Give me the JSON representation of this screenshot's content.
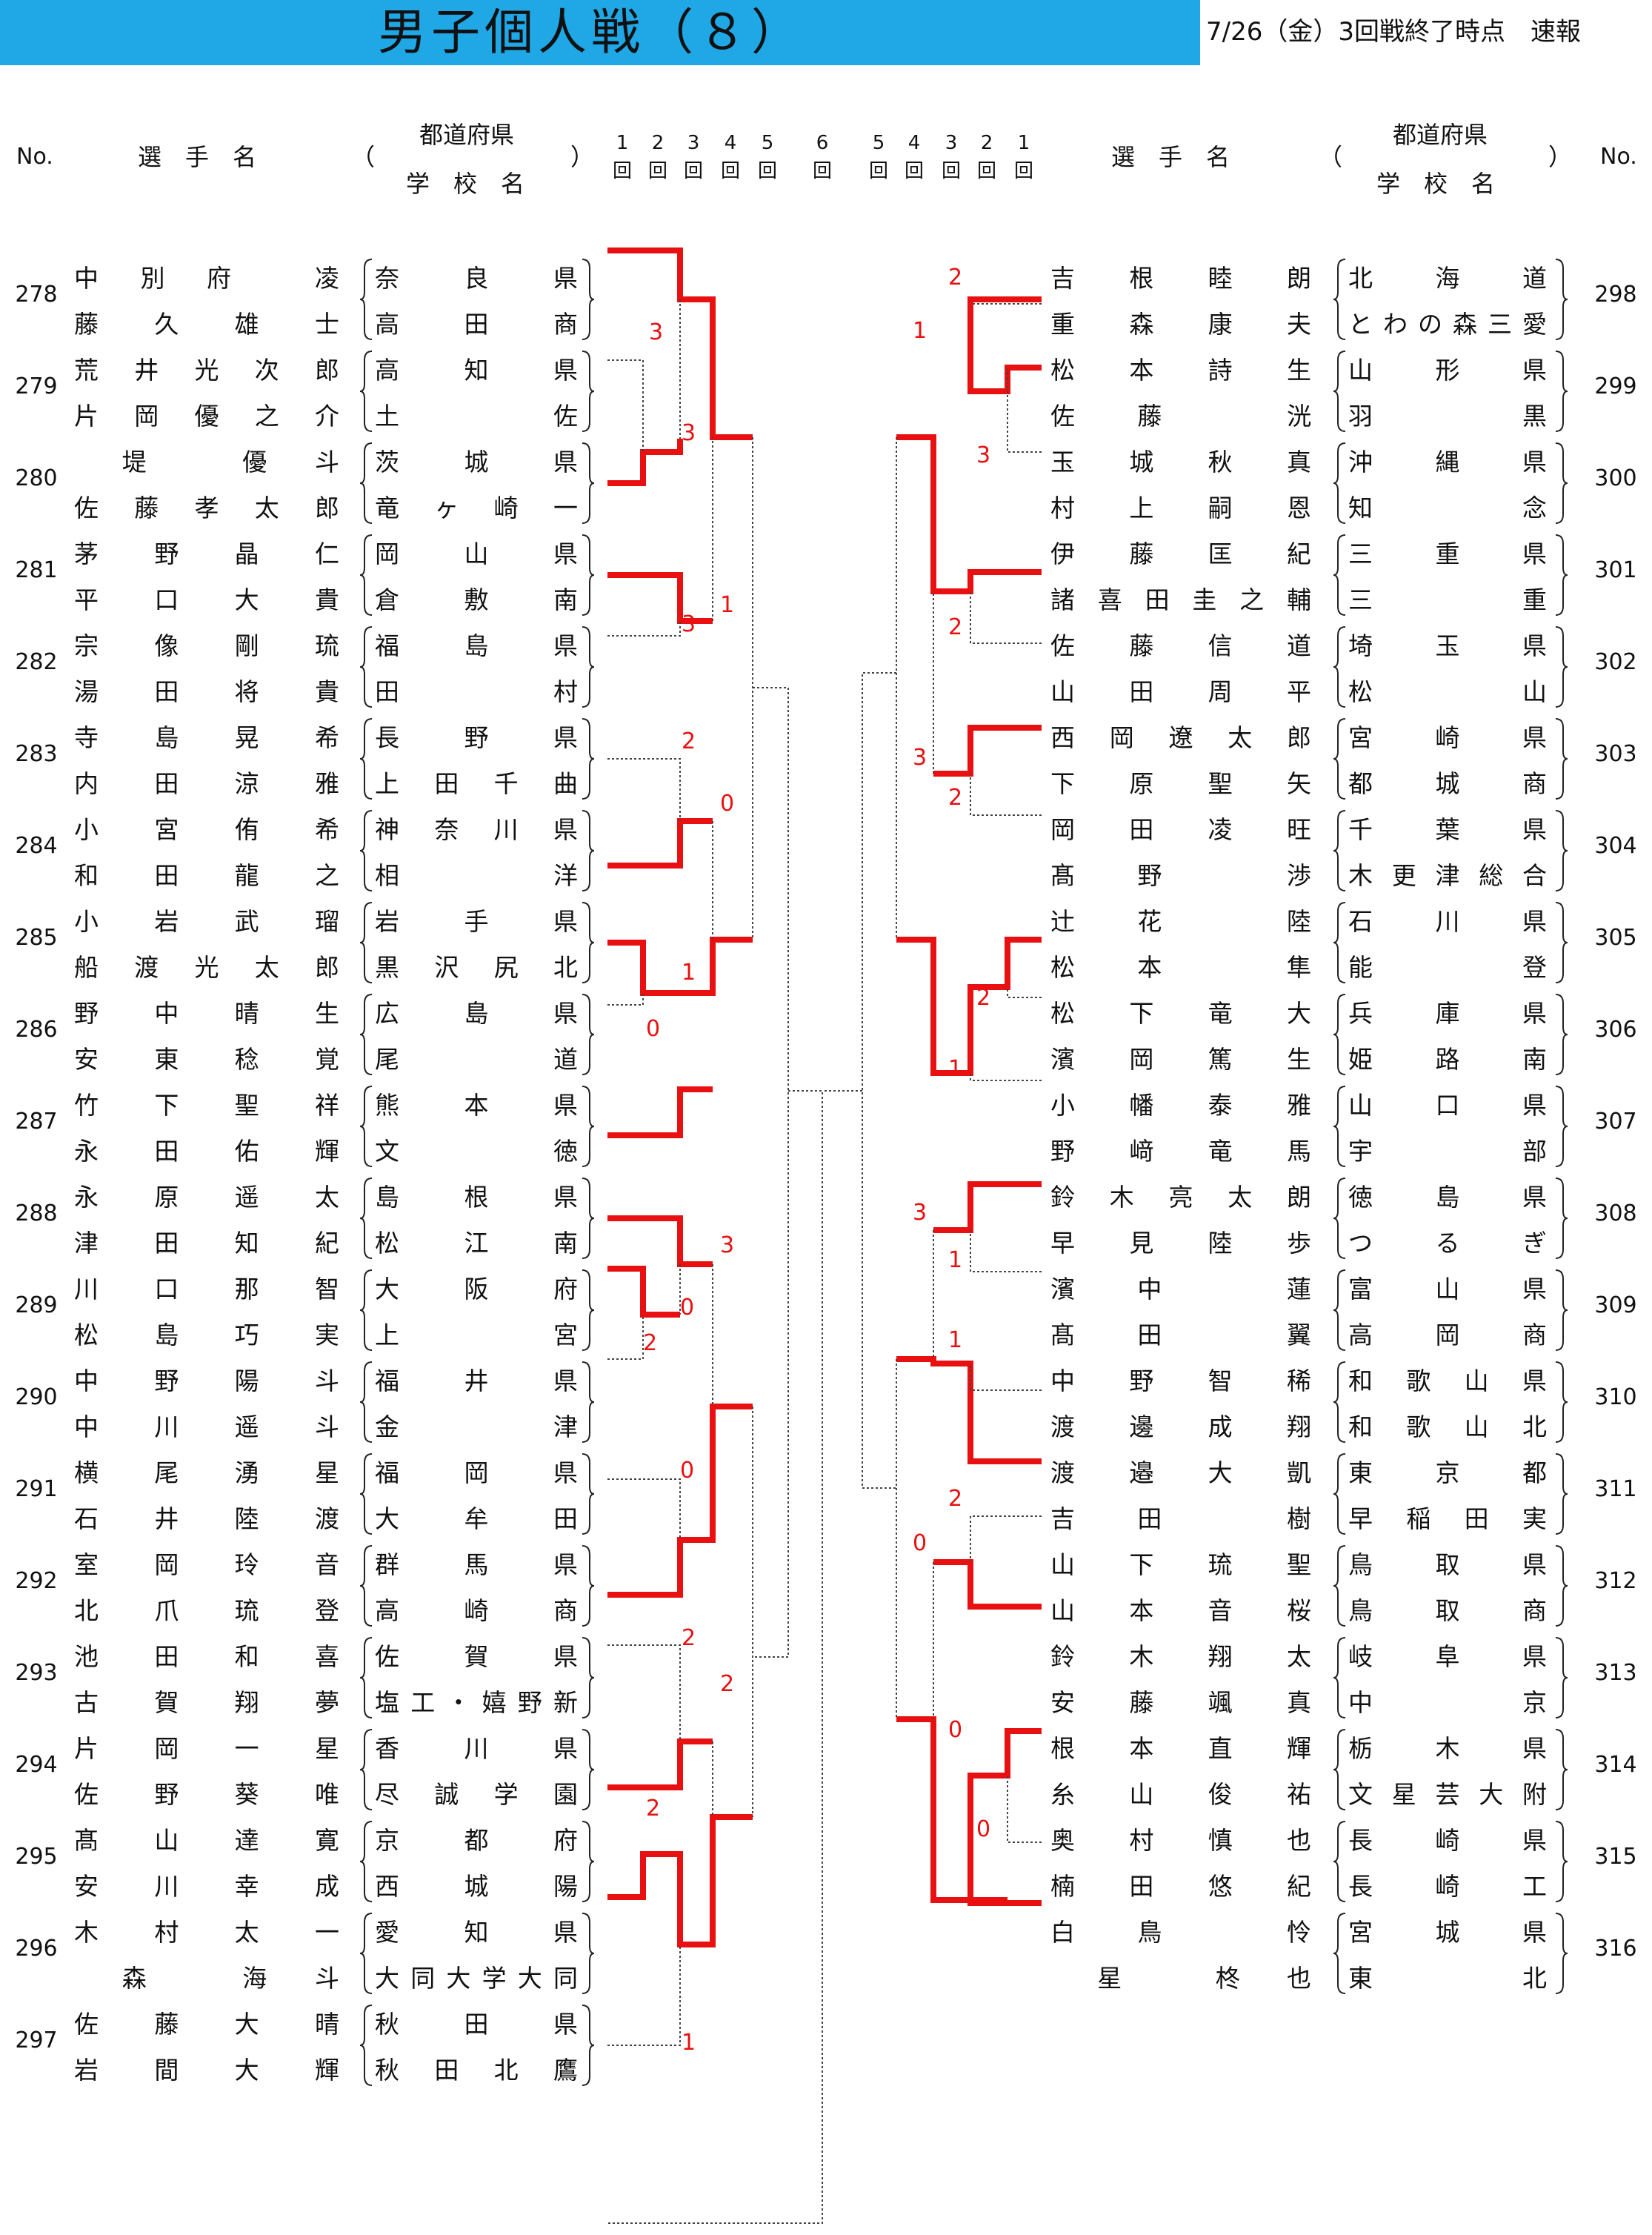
{
  "title": "男子個人戦（８）",
  "status": "7/26（金）3回戦終了時点　速報",
  "header": {
    "no": "No.",
    "player": "選　手　名",
    "pref": "都道府県",
    "school": "学　校　名",
    "paren_open": "（",
    "paren_close": "）",
    "left_rounds": [
      "1",
      "2",
      "3",
      "4",
      "5",
      "6"
    ],
    "right_rounds": [
      "5",
      "4",
      "3",
      "2",
      "1"
    ],
    "kai": "回"
  },
  "left_entries": [
    {
      "no": "278",
      "players": [
        [
          "中",
          "別",
          "府",
          "",
          "凌"
        ],
        [
          "藤",
          "久",
          "雄",
          "士"
        ]
      ],
      "schools": [
        [
          "奈",
          "良",
          "県"
        ],
        [
          "高",
          "田",
          "商"
        ]
      ]
    },
    {
      "no": "279",
      "players": [
        [
          "荒",
          "井",
          "光",
          "次",
          "郎"
        ],
        [
          "片",
          "岡",
          "優",
          "之",
          "介"
        ]
      ],
      "schools": [
        [
          "高",
          "知",
          "県"
        ],
        [
          "土",
          "佐"
        ]
      ]
    },
    {
      "no": "280",
      "players": [
        [
          "",
          "堤",
          "",
          "優",
          "斗"
        ],
        [
          "佐",
          "藤",
          "孝",
          "太",
          "郎"
        ]
      ],
      "schools": [
        [
          "茨",
          "城",
          "県"
        ],
        [
          "竜",
          "ヶ",
          "崎",
          "一"
        ]
      ]
    },
    {
      "no": "281",
      "players": [
        [
          "茅",
          "野",
          "晶",
          "仁"
        ],
        [
          "平",
          "口",
          "大",
          "貴"
        ]
      ],
      "schools": [
        [
          "岡",
          "山",
          "県"
        ],
        [
          "倉",
          "敷",
          "南"
        ]
      ]
    },
    {
      "no": "282",
      "players": [
        [
          "宗",
          "像",
          "剛",
          "琉"
        ],
        [
          "湯",
          "田",
          "将",
          "貴"
        ]
      ],
      "schools": [
        [
          "福",
          "島",
          "県"
        ],
        [
          "田",
          "村"
        ]
      ]
    },
    {
      "no": "283",
      "players": [
        [
          "寺",
          "島",
          "晃",
          "希"
        ],
        [
          "内",
          "田",
          "涼",
          "雅"
        ]
      ],
      "schools": [
        [
          "長",
          "野",
          "県"
        ],
        [
          "上",
          "田",
          "千",
          "曲"
        ]
      ]
    },
    {
      "no": "284",
      "players": [
        [
          "小",
          "宮",
          "侑",
          "希"
        ],
        [
          "和",
          "田",
          "龍",
          "之"
        ]
      ],
      "schools": [
        [
          "神",
          "奈",
          "川",
          "県"
        ],
        [
          "相",
          "洋"
        ]
      ]
    },
    {
      "no": "285",
      "players": [
        [
          "小",
          "岩",
          "武",
          "瑠"
        ],
        [
          "船",
          "渡",
          "光",
          "太",
          "郎"
        ]
      ],
      "schools": [
        [
          "岩",
          "手",
          "県"
        ],
        [
          "黒",
          "沢",
          "尻",
          "北"
        ]
      ]
    },
    {
      "no": "286",
      "players": [
        [
          "野",
          "中",
          "晴",
          "生"
        ],
        [
          "安",
          "東",
          "稔",
          "覚"
        ]
      ],
      "schools": [
        [
          "広",
          "島",
          "県"
        ],
        [
          "尾",
          "道"
        ]
      ]
    },
    {
      "no": "287",
      "players": [
        [
          "竹",
          "下",
          "聖",
          "祥"
        ],
        [
          "永",
          "田",
          "佑",
          "輝"
        ]
      ],
      "schools": [
        [
          "熊",
          "本",
          "県"
        ],
        [
          "文",
          "徳"
        ]
      ]
    },
    {
      "no": "288",
      "players": [
        [
          "永",
          "原",
          "遥",
          "太"
        ],
        [
          "津",
          "田",
          "知",
          "紀"
        ]
      ],
      "schools": [
        [
          "島",
          "根",
          "県"
        ],
        [
          "松",
          "江",
          "南"
        ]
      ]
    },
    {
      "no": "289",
      "players": [
        [
          "川",
          "口",
          "那",
          "智"
        ],
        [
          "松",
          "島",
          "巧",
          "実"
        ]
      ],
      "schools": [
        [
          "大",
          "阪",
          "府"
        ],
        [
          "上",
          "宮"
        ]
      ]
    },
    {
      "no": "290",
      "players": [
        [
          "中",
          "野",
          "陽",
          "斗"
        ],
        [
          "中",
          "川",
          "遥",
          "斗"
        ]
      ],
      "schools": [
        [
          "福",
          "井",
          "県"
        ],
        [
          "金",
          "津"
        ]
      ]
    },
    {
      "no": "291",
      "players": [
        [
          "横",
          "尾",
          "湧",
          "星"
        ],
        [
          "石",
          "井",
          "陸",
          "渡"
        ]
      ],
      "schools": [
        [
          "福",
          "岡",
          "県"
        ],
        [
          "大",
          "牟",
          "田"
        ]
      ]
    },
    {
      "no": "292",
      "players": [
        [
          "室",
          "岡",
          "玲",
          "音"
        ],
        [
          "北",
          "爪",
          "琉",
          "登"
        ]
      ],
      "schools": [
        [
          "群",
          "馬",
          "県"
        ],
        [
          "高",
          "崎",
          "商"
        ]
      ]
    },
    {
      "no": "293",
      "players": [
        [
          "池",
          "田",
          "和",
          "喜"
        ],
        [
          "古",
          "賀",
          "翔",
          "夢"
        ]
      ],
      "schools": [
        [
          "佐",
          "賀",
          "県"
        ],
        [
          "塩",
          "工",
          "・",
          "嬉",
          "野",
          "新"
        ]
      ]
    },
    {
      "no": "294",
      "players": [
        [
          "片",
          "岡",
          "一",
          "星"
        ],
        [
          "佐",
          "野",
          "葵",
          "唯"
        ]
      ],
      "schools": [
        [
          "香",
          "川",
          "県"
        ],
        [
          "尽",
          "誠",
          "学",
          "園"
        ]
      ]
    },
    {
      "no": "295",
      "players": [
        [
          "髙",
          "山",
          "達",
          "寛"
        ],
        [
          "安",
          "川",
          "幸",
          "成"
        ]
      ],
      "schools": [
        [
          "京",
          "都",
          "府"
        ],
        [
          "西",
          "城",
          "陽"
        ]
      ]
    },
    {
      "no": "296",
      "players": [
        [
          "木",
          "村",
          "太",
          "一"
        ],
        [
          "",
          "森",
          "",
          "海",
          "斗"
        ]
      ],
      "schools": [
        [
          "愛",
          "知",
          "県"
        ],
        [
          "大",
          "同",
          "大",
          "学",
          "大",
          "同"
        ]
      ]
    },
    {
      "no": "297",
      "players": [
        [
          "佐",
          "藤",
          "大",
          "晴"
        ],
        [
          "岩",
          "間",
          "大",
          "輝"
        ]
      ],
      "schools": [
        [
          "秋",
          "田",
          "県"
        ],
        [
          "秋",
          "田",
          "北",
          "鷹"
        ]
      ]
    }
  ],
  "right_entries": [
    {
      "no": "298",
      "players": [
        [
          "吉",
          "根",
          "睦",
          "朗"
        ],
        [
          "重",
          "森",
          "康",
          "夫"
        ]
      ],
      "schools": [
        [
          "北",
          "海",
          "道"
        ],
        [
          "と",
          "わ",
          "の",
          "森",
          "三",
          "愛"
        ]
      ]
    },
    {
      "no": "299",
      "players": [
        [
          "松",
          "本",
          "詩",
          "生"
        ],
        [
          "佐",
          "藤",
          "",
          "洸"
        ]
      ],
      "schools": [
        [
          "山",
          "形",
          "県"
        ],
        [
          "羽",
          "黒"
        ]
      ]
    },
    {
      "no": "300",
      "players": [
        [
          "玉",
          "城",
          "秋",
          "真"
        ],
        [
          "村",
          "上",
          "嗣",
          "恩"
        ]
      ],
      "schools": [
        [
          "沖",
          "縄",
          "県"
        ],
        [
          "知",
          "念"
        ]
      ]
    },
    {
      "no": "301",
      "players": [
        [
          "伊",
          "藤",
          "匡",
          "紀"
        ],
        [
          "諸",
          "喜",
          "田",
          "圭",
          "之",
          "輔"
        ]
      ],
      "schools": [
        [
          "三",
          "重",
          "県"
        ],
        [
          "三",
          "重"
        ]
      ]
    },
    {
      "no": "302",
      "players": [
        [
          "佐",
          "藤",
          "信",
          "道"
        ],
        [
          "山",
          "田",
          "周",
          "平"
        ]
      ],
      "schools": [
        [
          "埼",
          "玉",
          "県"
        ],
        [
          "松",
          "山"
        ]
      ]
    },
    {
      "no": "303",
      "players": [
        [
          "西",
          "岡",
          "遼",
          "太",
          "郎"
        ],
        [
          "下",
          "原",
          "聖",
          "矢"
        ]
      ],
      "schools": [
        [
          "宮",
          "崎",
          "県"
        ],
        [
          "都",
          "城",
          "商"
        ]
      ]
    },
    {
      "no": "304",
      "players": [
        [
          "岡",
          "田",
          "凌",
          "旺"
        ],
        [
          "髙",
          "野",
          "",
          "渉"
        ]
      ],
      "schools": [
        [
          "千",
          "葉",
          "県"
        ],
        [
          "木",
          "更",
          "津",
          "総",
          "合"
        ]
      ]
    },
    {
      "no": "305",
      "players": [
        [
          "辻",
          "花",
          "",
          "陸"
        ],
        [
          "松",
          "本",
          "",
          "隼"
        ]
      ],
      "schools": [
        [
          "石",
          "川",
          "県"
        ],
        [
          "能",
          "登"
        ]
      ]
    },
    {
      "no": "306",
      "players": [
        [
          "松",
          "下",
          "竜",
          "大"
        ],
        [
          "濱",
          "岡",
          "篤",
          "生"
        ]
      ],
      "schools": [
        [
          "兵",
          "庫",
          "県"
        ],
        [
          "姫",
          "路",
          "南"
        ]
      ]
    },
    {
      "no": "307",
      "players": [
        [
          "小",
          "幡",
          "泰",
          "雅"
        ],
        [
          "野",
          "﨑",
          "竜",
          "馬"
        ]
      ],
      "schools": [
        [
          "山",
          "口",
          "県"
        ],
        [
          "宇",
          "部"
        ]
      ]
    },
    {
      "no": "308",
      "players": [
        [
          "鈴",
          "木",
          "亮",
          "太",
          "朗"
        ],
        [
          "早",
          "見",
          "陸",
          "歩"
        ]
      ],
      "schools": [
        [
          "徳",
          "島",
          "県"
        ],
        [
          "つ",
          "る",
          "ぎ"
        ]
      ]
    },
    {
      "no": "309",
      "players": [
        [
          "濱",
          "中",
          "",
          "蓮"
        ],
        [
          "髙",
          "田",
          "",
          "翼"
        ]
      ],
      "schools": [
        [
          "富",
          "山",
          "県"
        ],
        [
          "高",
          "岡",
          "商"
        ]
      ]
    },
    {
      "no": "310",
      "players": [
        [
          "中",
          "野",
          "智",
          "稀"
        ],
        [
          "渡",
          "邊",
          "成",
          "翔"
        ]
      ],
      "schools": [
        [
          "和",
          "歌",
          "山",
          "県"
        ],
        [
          "和",
          "歌",
          "山",
          "北"
        ]
      ]
    },
    {
      "no": "311",
      "players": [
        [
          "渡",
          "邉",
          "大",
          "凱"
        ],
        [
          "吉",
          "田",
          "",
          "樹"
        ]
      ],
      "schools": [
        [
          "東",
          "京",
          "都"
        ],
        [
          "早",
          "稲",
          "田",
          "実"
        ]
      ]
    },
    {
      "no": "312",
      "players": [
        [
          "山",
          "下",
          "琉",
          "聖"
        ],
        [
          "山",
          "本",
          "音",
          "桜"
        ]
      ],
      "schools": [
        [
          "鳥",
          "取",
          "県"
        ],
        [
          "鳥",
          "取",
          "商"
        ]
      ]
    },
    {
      "no": "313",
      "players": [
        [
          "鈴",
          "木",
          "翔",
          "太"
        ],
        [
          "安",
          "藤",
          "颯",
          "真"
        ]
      ],
      "schools": [
        [
          "岐",
          "阜",
          "県"
        ],
        [
          "中",
          "京"
        ]
      ]
    },
    {
      "no": "314",
      "players": [
        [
          "根",
          "本",
          "直",
          "輝"
        ],
        [
          "糸",
          "山",
          "俊",
          "祐"
        ]
      ],
      "schools": [
        [
          "栃",
          "木",
          "県"
        ],
        [
          "文",
          "星",
          "芸",
          "大",
          "附"
        ]
      ]
    },
    {
      "no": "315",
      "players": [
        [
          "奥",
          "村",
          "慎",
          "也"
        ],
        [
          "楠",
          "田",
          "悠",
          "紀"
        ]
      ],
      "schools": [
        [
          "長",
          "崎",
          "県"
        ],
        [
          "長",
          "崎",
          "工"
        ]
      ]
    },
    {
      "no": "316",
      "players": [
        [
          "白",
          "鳥",
          "",
          "怜"
        ],
        [
          "",
          "星",
          "",
          "柊",
          "也"
        ]
      ],
      "schools": [
        [
          "宮",
          "城",
          "県"
        ],
        [
          "東",
          "北"
        ]
      ]
    }
  ],
  "scores": [
    {
      "side": "L",
      "v": "3"
    },
    {
      "side": "L",
      "v": "3"
    },
    {
      "side": "L",
      "v": "1"
    },
    {
      "side": "L",
      "v": "3"
    },
    {
      "side": "L",
      "v": "2"
    },
    {
      "side": "L",
      "v": "0"
    },
    {
      "side": "L",
      "v": "1"
    },
    {
      "side": "L",
      "v": "0"
    },
    {
      "side": "L",
      "v": "3"
    },
    {
      "side": "L",
      "v": "0"
    },
    {
      "side": "L",
      "v": "2"
    },
    {
      "side": "L",
      "v": "0"
    },
    {
      "side": "L",
      "v": "2"
    },
    {
      "side": "L",
      "v": "2"
    },
    {
      "side": "L",
      "v": "2"
    },
    {
      "side": "L",
      "v": "1"
    },
    {
      "side": "R",
      "v": "2"
    },
    {
      "side": "R",
      "v": "1"
    },
    {
      "side": "R",
      "v": "3"
    },
    {
      "side": "R",
      "v": "2"
    },
    {
      "side": "R",
      "v": "3"
    },
    {
      "side": "R",
      "v": "2"
    },
    {
      "side": "R",
      "v": "2"
    },
    {
      "side": "R",
      "v": "1"
    },
    {
      "side": "R",
      "v": "3"
    },
    {
      "side": "R",
      "v": "1"
    },
    {
      "side": "R",
      "v": "1"
    },
    {
      "side": "R",
      "v": "2"
    },
    {
      "side": "R",
      "v": "0"
    },
    {
      "side": "R",
      "v": "0"
    },
    {
      "side": "R",
      "v": "0"
    }
  ],
  "colors": {
    "title_bar": "#1fa7e6",
    "win_line": "#e81010",
    "score": "#e81010",
    "text": "#111111"
  }
}
